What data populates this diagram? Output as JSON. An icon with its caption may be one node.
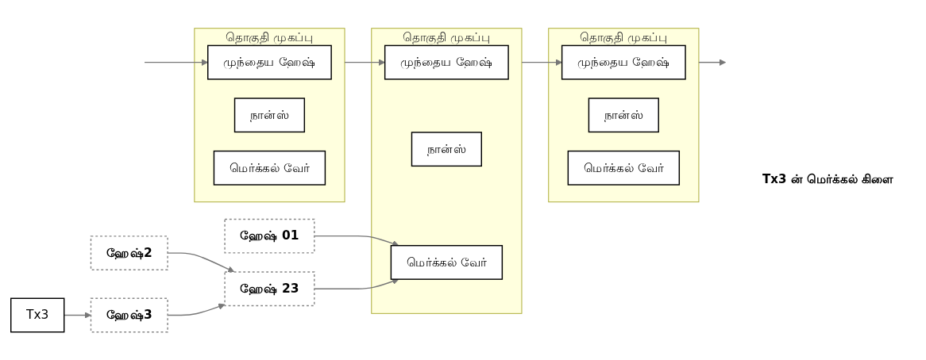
{
  "diagram": {
    "nodes": [
      {
        "text": [
          "தொகுதி முகப்பு"
        ]
      },
      {
        "text": [
          "முந்தைய ஹேஷ்"
        ],
        "in": 0
      },
      {
        "text": [
          "நான்ஸ்"
        ],
        "in": 0
      },
      {
        "text": [
          "மெர்க்கல் வேர்"
        ],
        "in": 0
      },
      {
        "text": [
          "தொகுதி முகப்பு"
        ]
      },
      {
        "text": [
          "முந்தைய ஹேஷ்"
        ],
        "in": 4
      },
      {
        "text": [
          "நான்ஸ்"
        ],
        "in": 4
      },
      {
        "text": [
          "மெர்க்கல் வேர்"
        ],
        "in": 4
      },
      {
        "text": [
          "தொகுதி முகப்பு"
        ]
      },
      {
        "text": [
          "முந்தைய ஹேஷ்"
        ],
        "in": 8
      },
      {
        "text": [
          "நான்ஸ்"
        ],
        "in": 8
      },
      {
        "text": [
          "மெர்க்கல் வேர்"
        ],
        "in": 8
      },
      {
        "text": [
          "ஹேஷ் 01"
        ]
      },
      {
        "text": [
          "ஹேஷ் 23"
        ]
      },
      {
        "text": [
          "ஹேஷ்2"
        ]
      },
      {
        "text": [
          "ஹேஷ்3"
        ]
      },
      {
        "text": [
          "Tx3"
        ]
      }
    ],
    "edges": [
      {
        "from": null,
        "to": 1,
        "arrow": "to"
      },
      {
        "from": 0,
        "to": 5,
        "arrow": "to"
      },
      {
        "from": 4,
        "to": 9,
        "arrow": "to"
      },
      {
        "from": 8,
        "to": null,
        "arrow": "to"
      },
      {
        "from": 12,
        "to": 7,
        "arrow": "to"
      },
      {
        "from": 13,
        "to": 7,
        "arrow": "to"
      },
      {
        "from": 14,
        "to": 13,
        "arrow": "to"
      },
      {
        "from": 15,
        "to": 13,
        "arrow": "to"
      },
      {
        "from": 16,
        "to": 15,
        "arrow": "to"
      }
    ],
    "labels": [
      "Tx3 ன் மெர்க்கல் கிளை"
    ]
  }
}
